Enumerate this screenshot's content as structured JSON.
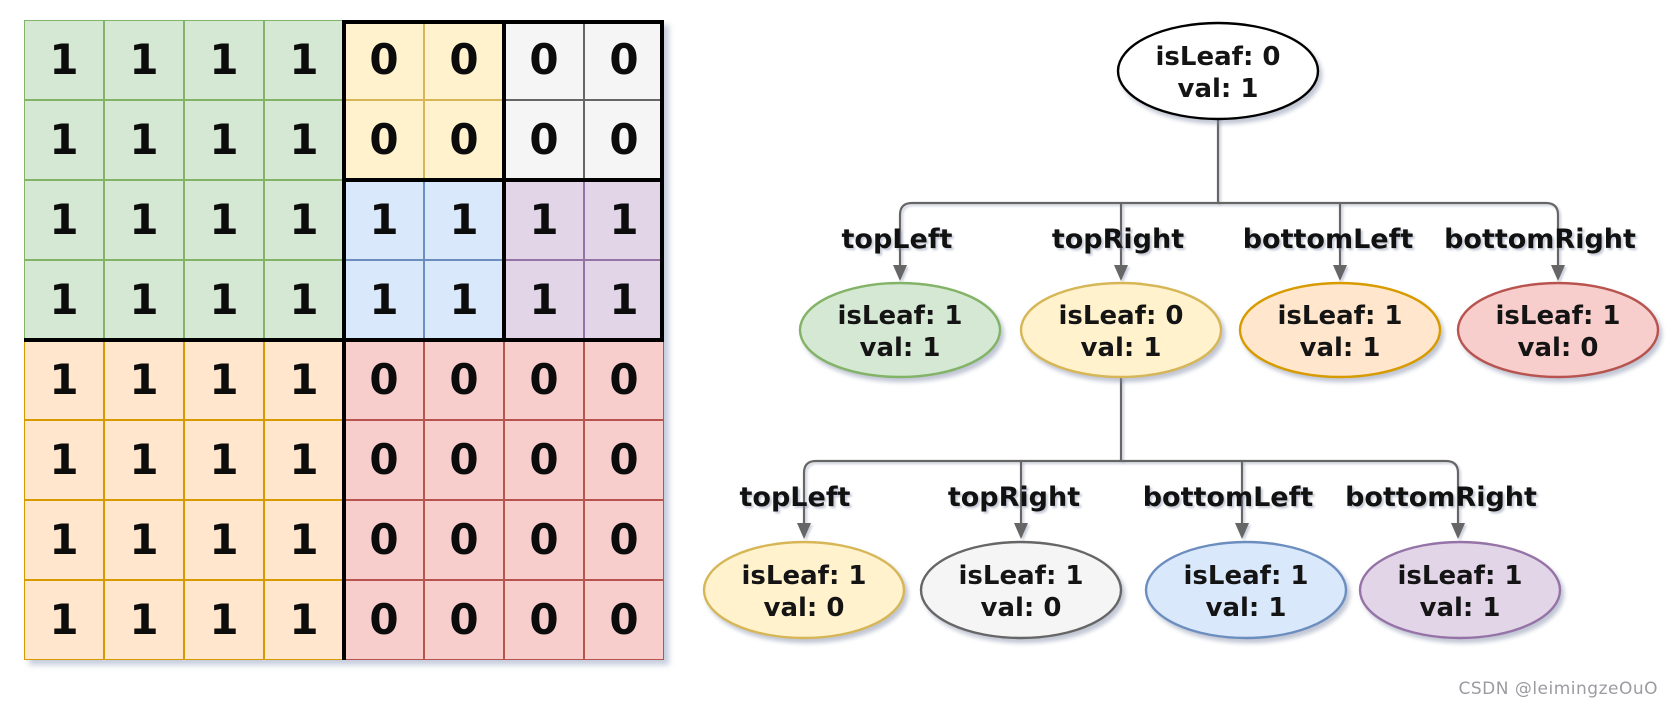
{
  "page": {
    "background": "#ffffff",
    "watermark": "CSDN @leimingzeOuO",
    "watermark_color": "#9b9ba1"
  },
  "palette": {
    "white": {
      "fill": "#ffffff",
      "stroke": "#000000"
    },
    "green": {
      "fill": "#d5e8d4",
      "stroke": "#82b366"
    },
    "yellow": {
      "fill": "#fff2cc",
      "stroke": "#d6b656"
    },
    "orange": {
      "fill": "#ffe6cc",
      "stroke": "#d79b00"
    },
    "red": {
      "fill": "#f8cecc",
      "stroke": "#b85450"
    },
    "gray": {
      "fill": "#f5f5f5",
      "stroke": "#666666"
    },
    "blue": {
      "fill": "#dae8fc",
      "stroke": "#6c8ebf"
    },
    "purple": {
      "fill": "#e1d5e7",
      "stroke": "#9673a6"
    }
  },
  "matrix": {
    "divider_color": "#000000",
    "values": [
      [
        1,
        1,
        1,
        1,
        0,
        0,
        0,
        0
      ],
      [
        1,
        1,
        1,
        1,
        0,
        0,
        0,
        0
      ],
      [
        1,
        1,
        1,
        1,
        1,
        1,
        1,
        1
      ],
      [
        1,
        1,
        1,
        1,
        1,
        1,
        1,
        1
      ],
      [
        1,
        1,
        1,
        1,
        0,
        0,
        0,
        0
      ],
      [
        1,
        1,
        1,
        1,
        0,
        0,
        0,
        0
      ],
      [
        1,
        1,
        1,
        1,
        0,
        0,
        0,
        0
      ],
      [
        1,
        1,
        1,
        1,
        0,
        0,
        0,
        0
      ]
    ],
    "regions": [
      [
        "green",
        "green",
        "green",
        "green",
        "yellow",
        "yellow",
        "gray",
        "gray"
      ],
      [
        "green",
        "green",
        "green",
        "green",
        "yellow",
        "yellow",
        "gray",
        "gray"
      ],
      [
        "green",
        "green",
        "green",
        "green",
        "blue",
        "blue",
        "purple",
        "purple"
      ],
      [
        "green",
        "green",
        "green",
        "green",
        "blue",
        "blue",
        "purple",
        "purple"
      ],
      [
        "orange",
        "orange",
        "orange",
        "orange",
        "red",
        "red",
        "red",
        "red"
      ],
      [
        "orange",
        "orange",
        "orange",
        "orange",
        "red",
        "red",
        "red",
        "red"
      ],
      [
        "orange",
        "orange",
        "orange",
        "orange",
        "red",
        "red",
        "red",
        "red"
      ],
      [
        "orange",
        "orange",
        "orange",
        "orange",
        "red",
        "red",
        "red",
        "red"
      ]
    ]
  },
  "tree": {
    "connector_color": "#666666",
    "root": {
      "color": "white",
      "lines": [
        "isLeaf: 0",
        "val: 1"
      ]
    },
    "children": [
      {
        "edge": "topLeft",
        "color": "green",
        "lines": [
          "isLeaf: 1",
          "val: 1"
        ]
      },
      {
        "edge": "topRight",
        "color": "yellow",
        "lines": [
          "isLeaf: 0",
          "val: 1"
        ],
        "children": [
          {
            "edge": "topLeft",
            "color": "yellow",
            "lines": [
              "isLeaf: 1",
              "val: 0"
            ]
          },
          {
            "edge": "topRight",
            "color": "gray",
            "lines": [
              "isLeaf: 1",
              "val: 0"
            ]
          },
          {
            "edge": "bottomLeft",
            "color": "blue",
            "lines": [
              "isLeaf: 1",
              "val: 1"
            ]
          },
          {
            "edge": "bottomRight",
            "color": "purple",
            "lines": [
              "isLeaf: 1",
              "val: 1"
            ]
          }
        ]
      },
      {
        "edge": "bottomLeft",
        "color": "orange",
        "lines": [
          "isLeaf: 1",
          "val: 1"
        ]
      },
      {
        "edge": "bottomRight",
        "color": "red",
        "lines": [
          "isLeaf: 1",
          "val: 0"
        ]
      }
    ]
  }
}
